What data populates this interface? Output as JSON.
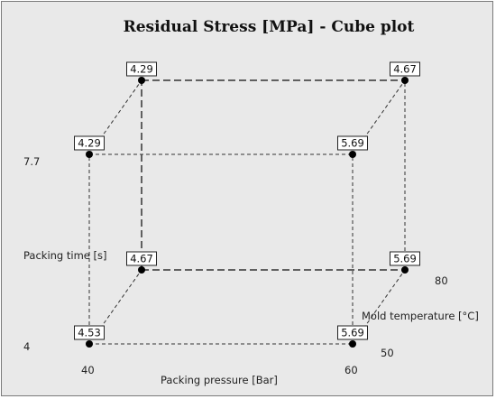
{
  "chart_data": {
    "type": "cube",
    "title": "Residual Stress [MPa] - Cube plot",
    "factors": {
      "x": {
        "name": "Packing pressure [Bar]",
        "low": "40",
        "high": "60"
      },
      "y": {
        "name": "Packing time [s]",
        "low": "4",
        "high": "7.7"
      },
      "z": {
        "name": "Mold temperature [°C]",
        "low": "50",
        "high": "80"
      }
    },
    "points": [
      {
        "x": "40",
        "y": "4",
        "z": "50",
        "value": "4.53"
      },
      {
        "x": "60",
        "y": "4",
        "z": "50",
        "value": "5.69"
      },
      {
        "x": "40",
        "y": "7.7",
        "z": "50",
        "value": "4.29"
      },
      {
        "x": "60",
        "y": "7.7",
        "z": "50",
        "value": "5.69"
      },
      {
        "x": "40",
        "y": "4",
        "z": "80",
        "value": "4.67"
      },
      {
        "x": "60",
        "y": "4",
        "z": "80",
        "value": "5.69"
      },
      {
        "x": "40",
        "y": "7.7",
        "z": "80",
        "value": "4.29"
      },
      {
        "x": "60",
        "y": "7.7",
        "z": "80",
        "value": "4.67"
      }
    ]
  }
}
